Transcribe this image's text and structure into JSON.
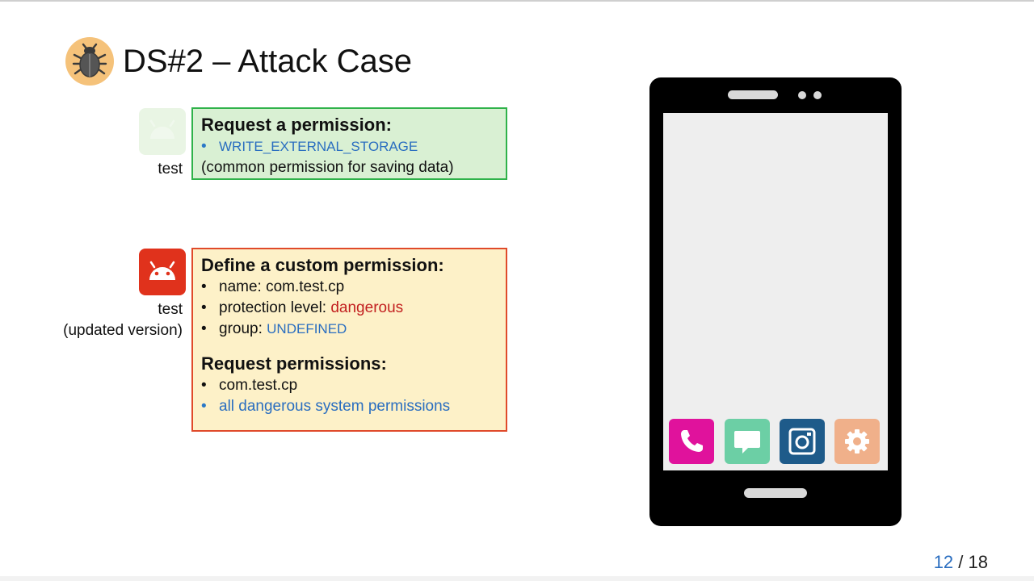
{
  "slide": {
    "title": "DS#2 – Attack Case",
    "title_icon": "bug-icon"
  },
  "apps": [
    {
      "icon": "android-icon",
      "caption_line1": "test",
      "caption_line2": ""
    },
    {
      "icon": "android-icon",
      "caption_line1": "test",
      "caption_line2": "(updated version)"
    }
  ],
  "request_box": {
    "heading": "Request a permission:",
    "items": [
      "WRITE_EXTERNAL_STORAGE"
    ],
    "note": "(common permission for saving data)"
  },
  "define_box": {
    "heading": "Define a custom permission:",
    "name_label": "name: ",
    "name_value": "com.test.cp",
    "protection_label": "protection level: ",
    "protection_value": "dangerous",
    "group_label": "group: ",
    "group_value": "UNDEFINED",
    "request_heading": "Request permissions:",
    "request_items": [
      "com.test.cp",
      "all dangerous system permissions"
    ]
  },
  "phone": {
    "dock_icons": [
      "phone-icon",
      "message-icon",
      "camera-icon",
      "settings-icon"
    ]
  },
  "pagination": {
    "current": "12",
    "separator": " / ",
    "total": "18"
  },
  "colors": {
    "green_box_border": "#2fb24a",
    "green_box_fill": "#d9f0d3",
    "red_box_border": "#e04a2a",
    "red_box_fill": "#fdf1c8",
    "android_red": "#e0321c",
    "link_blue": "#2a6ec0",
    "danger_red": "#c21f1f",
    "dock_phone": "#e0129c",
    "dock_message": "#6ccfa5",
    "dock_camera": "#1e5b8a",
    "dock_settings": "#f0b08a"
  }
}
